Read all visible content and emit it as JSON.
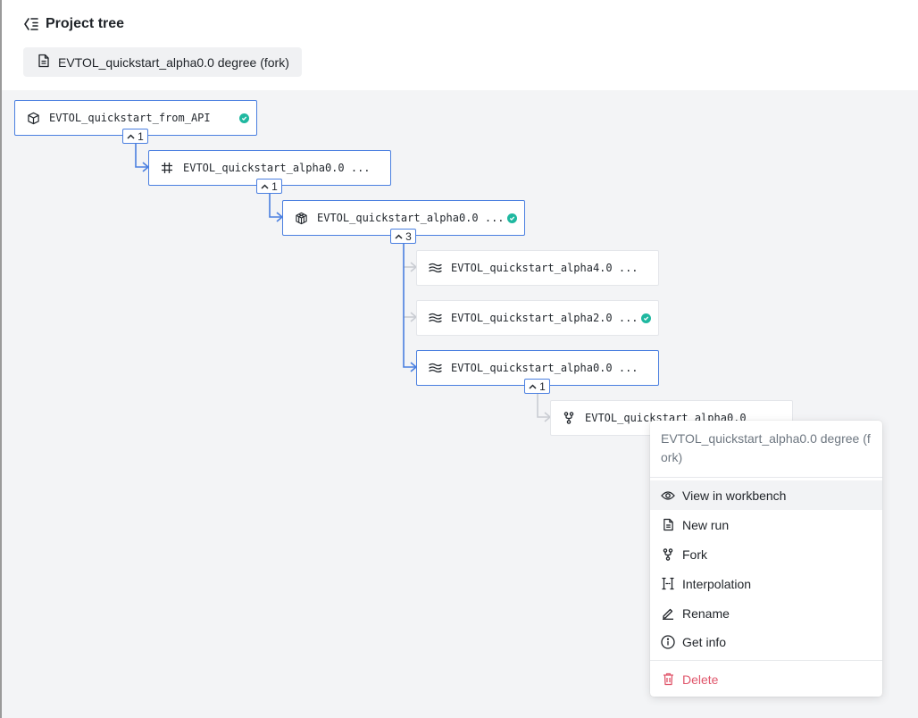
{
  "header": {
    "title": "Project tree",
    "title_icon": "tree-icon",
    "selected_chip": {
      "icon": "document-icon",
      "label": "EVTOL_quickstart_alpha0.0 degree (fork)"
    }
  },
  "tree": {
    "nodes": [
      {
        "label": "EVTOL_quickstart_from_API",
        "icon": "cube-icon",
        "verified": true
      },
      {
        "label": "EVTOL_quickstart_alpha0.0 ...",
        "icon": "grid-icon",
        "verified": false
      },
      {
        "label": "EVTOL_quickstart_alpha0.0 ...",
        "icon": "mesh-cube-icon",
        "verified": true
      },
      {
        "label": "EVTOL_quickstart_alpha4.0 ...",
        "icon": "waves-icon",
        "verified": false
      },
      {
        "label": "EVTOL_quickstart_alpha2.0 ...",
        "icon": "waves-icon",
        "verified": true
      },
      {
        "label": "EVTOL_quickstart_alpha0.0 ...",
        "icon": "waves-icon",
        "verified": false
      },
      {
        "label": "EVTOL_quickstart_alpha0.0",
        "icon": "fork-icon",
        "verified": false
      }
    ],
    "badges": [
      "1",
      "1",
      "3",
      "1"
    ],
    "colors": {
      "active_edge": "#4a7fe0",
      "dim_edge": "#c9ccd2",
      "verified": "#1fb8a0"
    }
  },
  "context_menu": {
    "header": "EVTOL_quickstart_alpha0.0 degree (fork)",
    "items": [
      {
        "label": "View in workbench",
        "icon": "eye-icon"
      },
      {
        "label": "New run",
        "icon": "document-icon"
      },
      {
        "label": "Fork",
        "icon": "fork-icon"
      },
      {
        "label": "Interpolation",
        "icon": "interpolation-icon"
      },
      {
        "label": "Rename",
        "icon": "pencil-icon"
      },
      {
        "label": "Get info",
        "icon": "info-icon"
      }
    ],
    "delete": {
      "label": "Delete",
      "icon": "trash-icon",
      "color": "#e0566b"
    }
  }
}
